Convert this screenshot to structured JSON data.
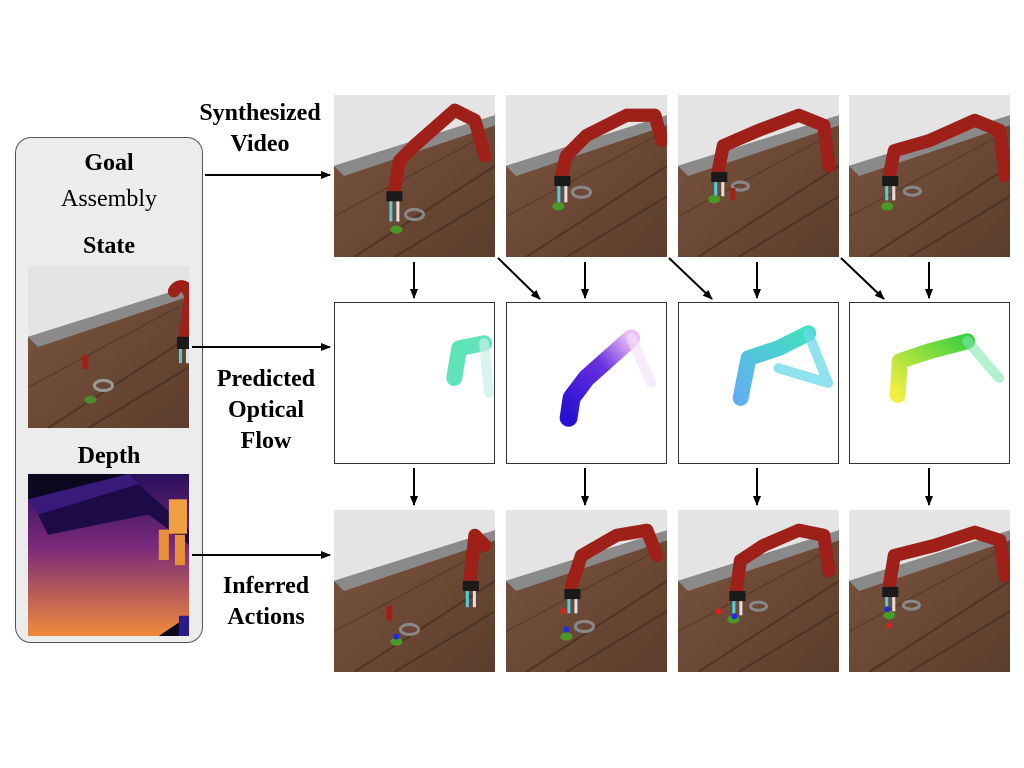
{
  "panel": {
    "goal_title": "Goal",
    "goal_value": "Assembly",
    "state_title": "State",
    "depth_title": "Depth"
  },
  "rows": {
    "video_label_line1": "Synthesized",
    "video_label_line2": "Video",
    "flow_label_line1": "Predicted",
    "flow_label_line2": "Optical",
    "flow_label_line3": "Flow",
    "actions_label_line1": "Inferred",
    "actions_label_line2": "Actions"
  },
  "colors": {
    "robot_red": "#9e2018",
    "table_wood": "#6e4a35",
    "floor_gray": "#c9c9c9",
    "flow_colors": [
      "#4fe0b0",
      "#3a10e0",
      "#40c8f0",
      "#c8f040"
    ]
  }
}
